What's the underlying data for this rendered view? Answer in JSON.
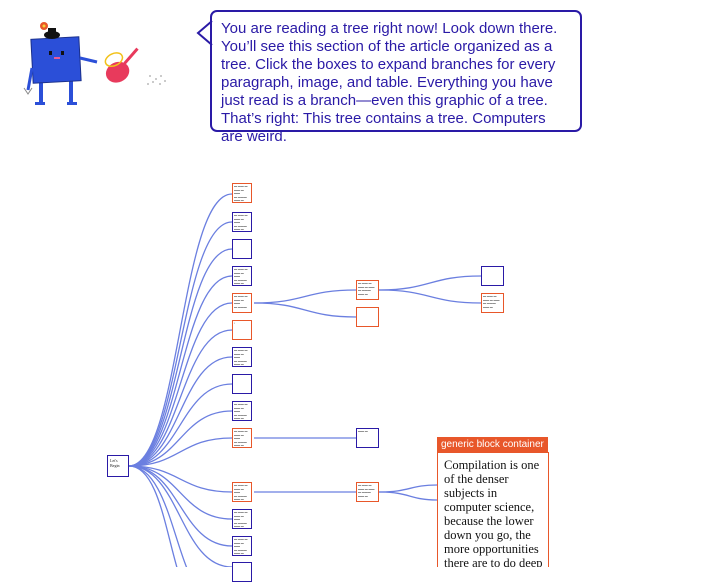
{
  "bubble": {
    "text": "You are reading a tree right now! Look down there. You’ll see this section of the article organized as a tree. Click the boxes to expand branches for every paragraph, image, and table. Everything you have just read is a branch—even this graphic of a tree. That’s right: This tree contains a tree. Computers are weird."
  },
  "mascot": {
    "name": "blue-square-robot-with-watering-can",
    "colors": {
      "body": "#2b4fd8",
      "can": "#e83a5c",
      "hat": "#111111",
      "flower": "#e8572a"
    }
  },
  "tree": {
    "root_label": "Let's Begin",
    "colors": {
      "link": "#6b7fe0",
      "blue": "#2a1aa6",
      "orange": "#e8572a"
    }
  },
  "tooltip": {
    "tag": "generic block container",
    "text": "Compilation is one of the denser subjects in computer science, because the lower down you go, the more opportunities there are to do deep"
  }
}
